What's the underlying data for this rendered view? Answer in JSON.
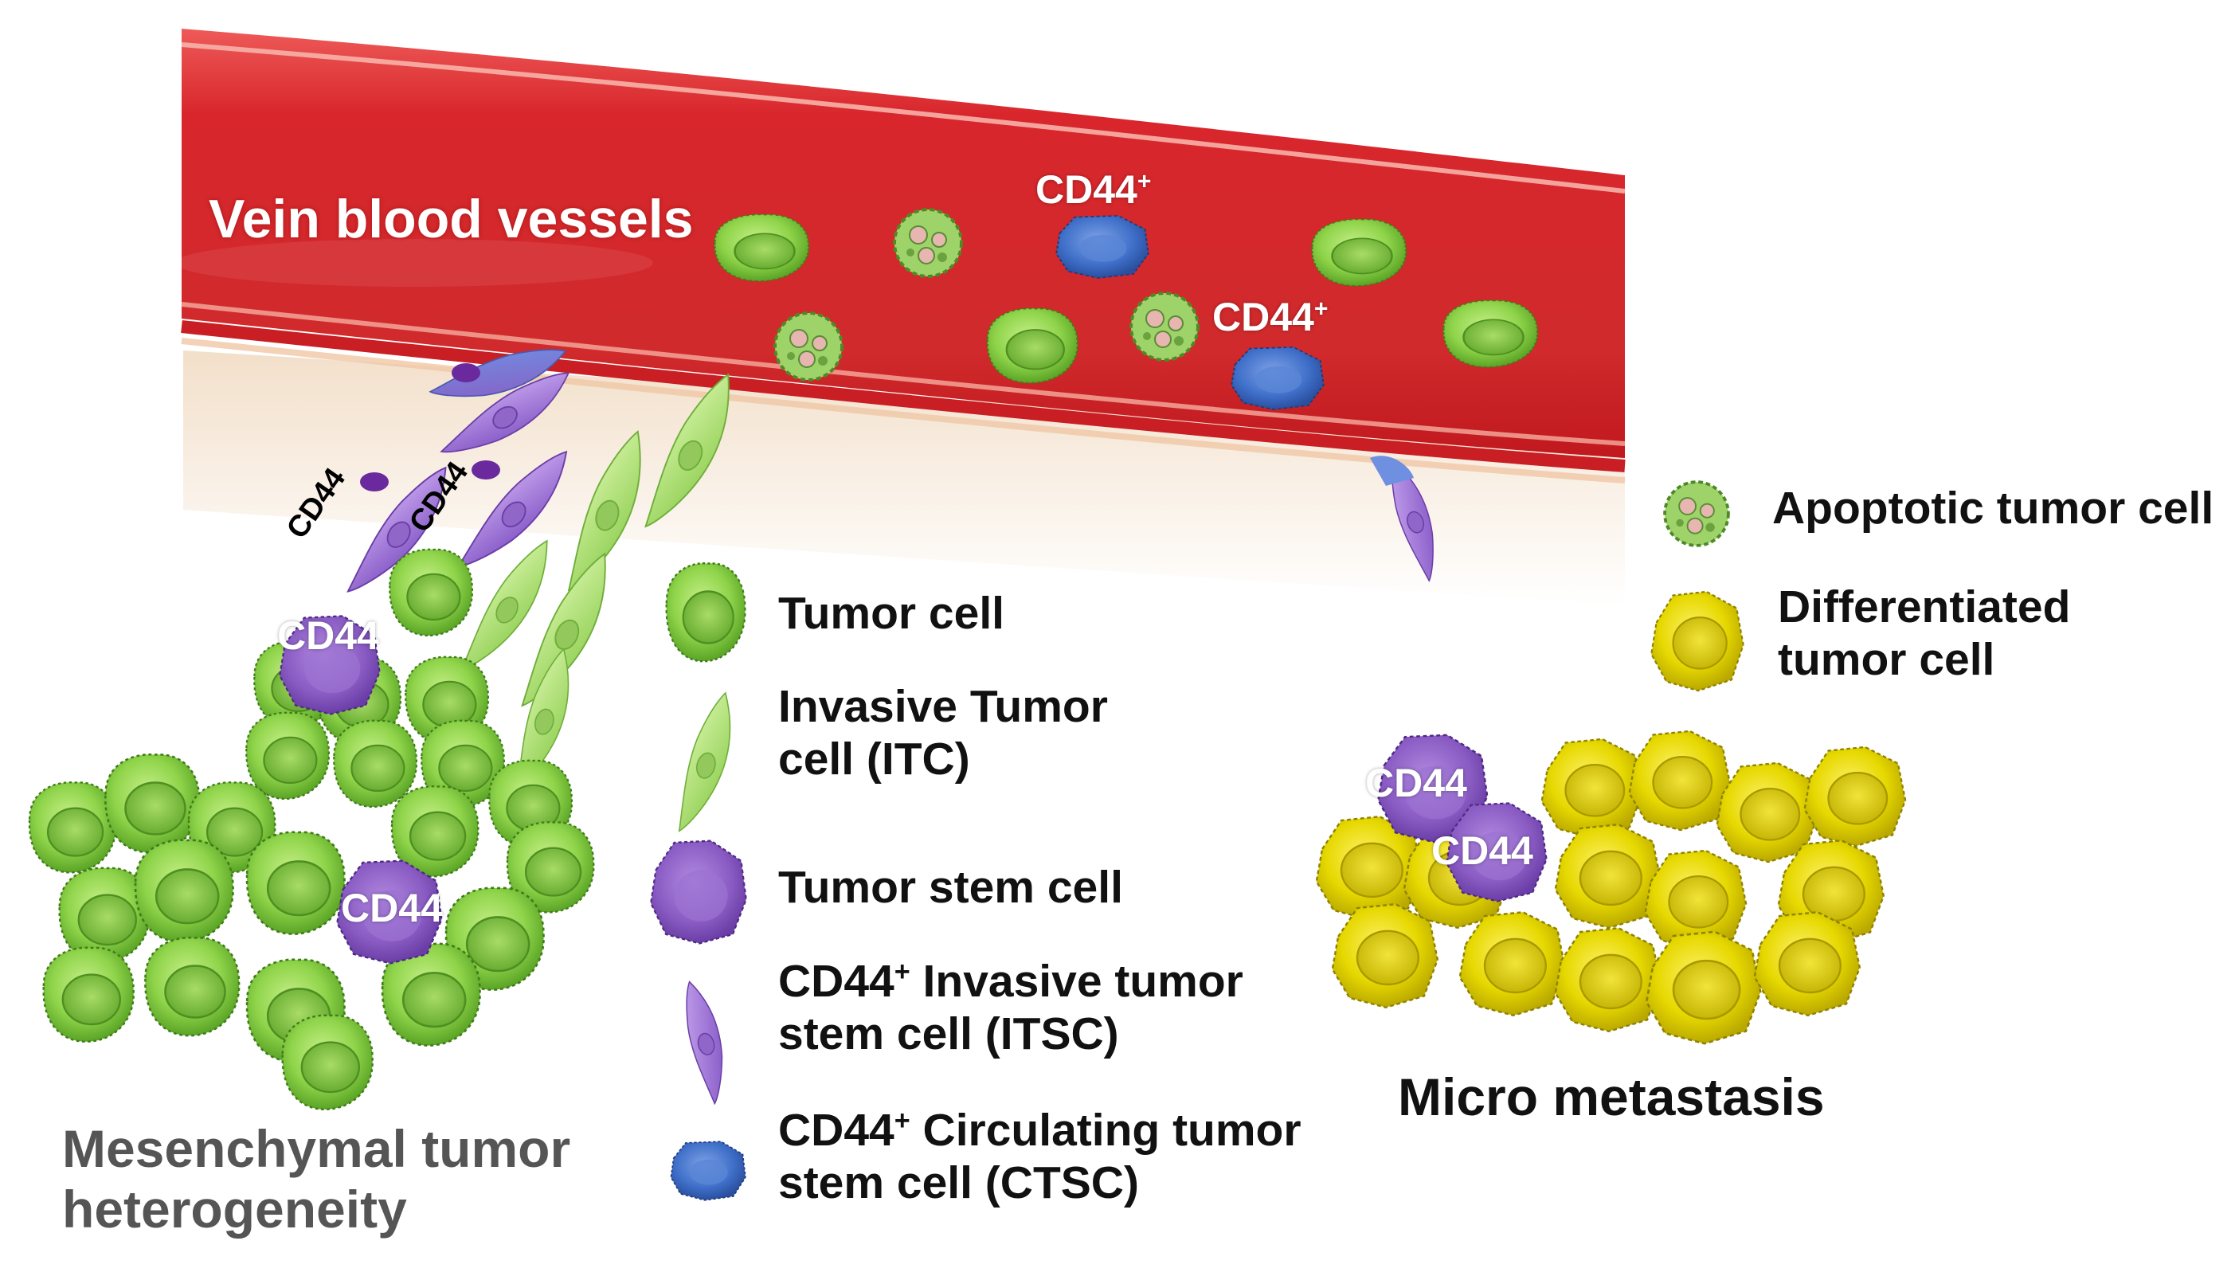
{
  "vessel": {
    "title": "Vein blood vessels"
  },
  "markers": {
    "cd44": "CD44",
    "cd44_plus_base": "CD44",
    "plus": "+"
  },
  "legend": {
    "tumor_cell": "Tumor cell",
    "itc_line1": "Invasive Tumor",
    "itc_line2": "cell (ITC)",
    "stem_cell": "Tumor stem cell",
    "itsc_line1_sup": "+",
    "itsc_line1_rest": " Invasive tumor",
    "itsc_line2": "stem cell (ITSC)",
    "ctsc_line1_sup": "+",
    "ctsc_line1_rest": " Circulating tumor",
    "ctsc_line2": "stem cell (CTSC)",
    "apoptotic": "Apoptotic tumor cell",
    "diff_line1": "Differentiated",
    "diff_line2": "tumor cell"
  },
  "regions": {
    "mesenchymal_line1": "Mesenchymal tumor",
    "mesenchymal_line2": "heterogeneity",
    "micro": "Micro metastasis"
  },
  "colors": {
    "vessel_red": "#d8262c",
    "vessel_dark": "#b0161c",
    "tumor_green": "#8fd44a",
    "tumor_green_dark": "#5aa426",
    "stem_purple": "#8a5cc4",
    "ctsc_blue": "#3f6fc9",
    "diff_yellow": "#e6d800",
    "diff_yellow_dark": "#b9a800",
    "apoptotic_green": "#7fb35c"
  }
}
